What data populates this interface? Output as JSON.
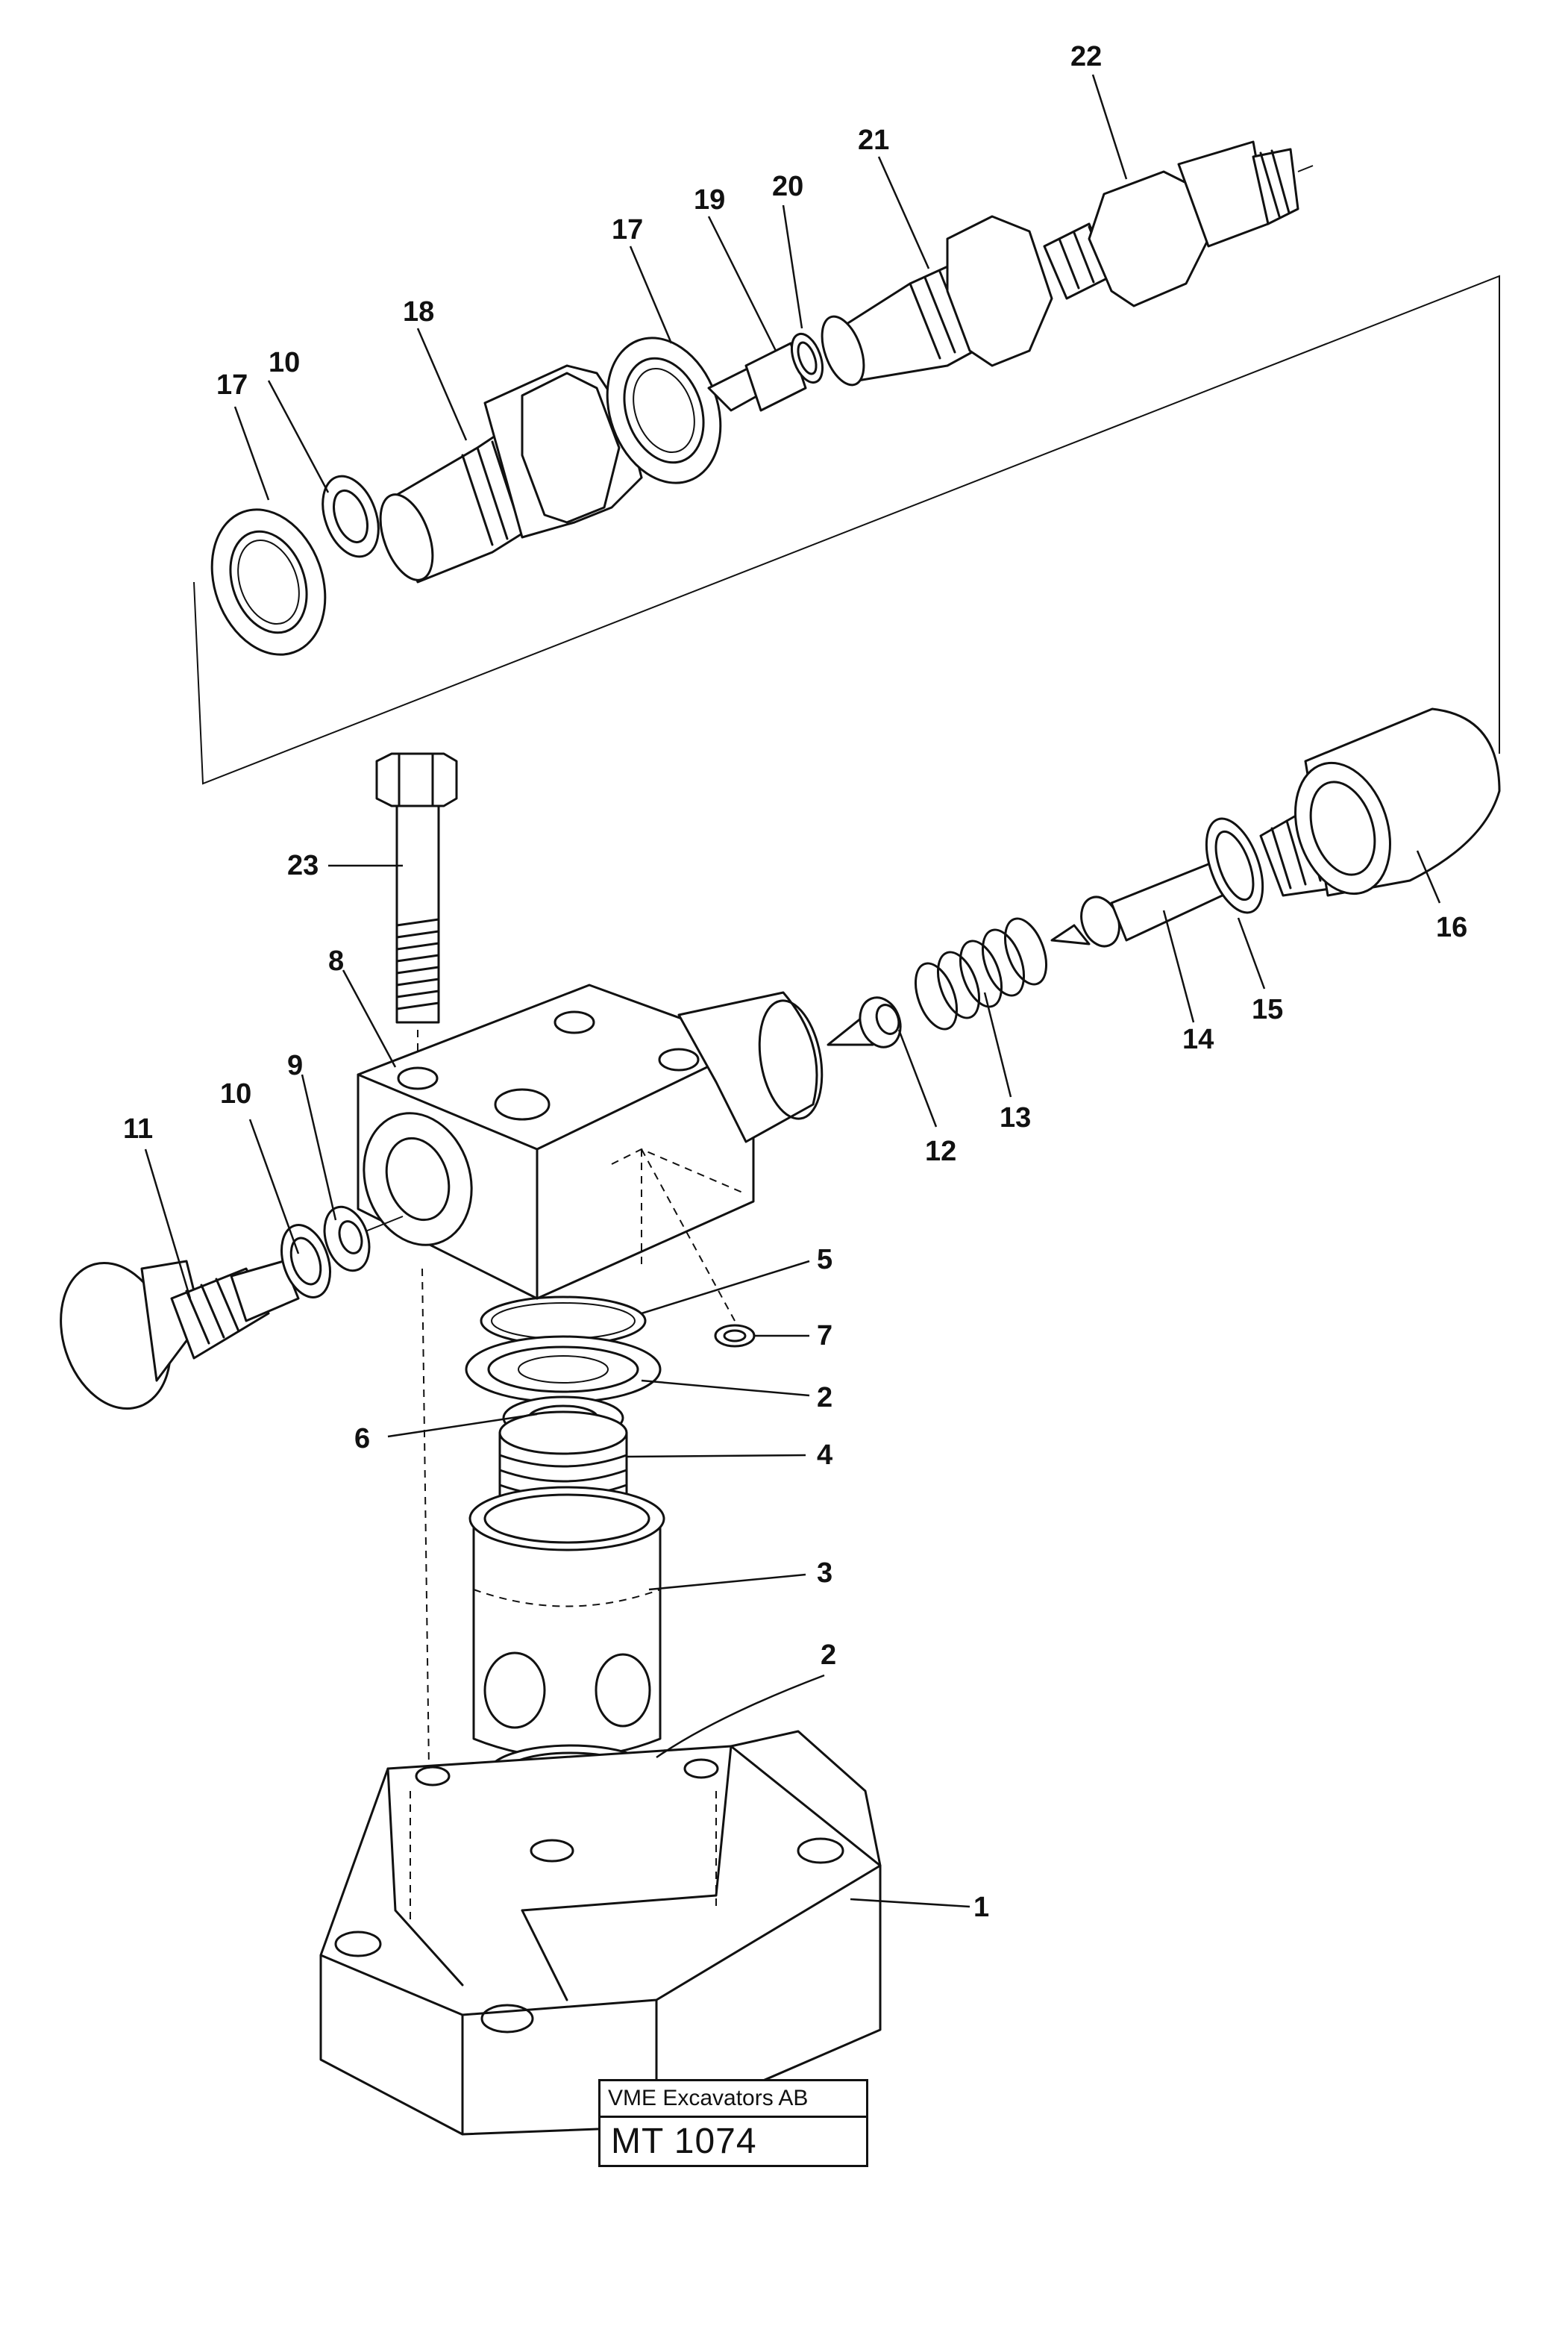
{
  "callouts": {
    "c1": "1",
    "c2a": "2",
    "c2b": "2",
    "c3": "3",
    "c4": "4",
    "c5": "5",
    "c6": "6",
    "c7": "7",
    "c8": "8",
    "c9": "9",
    "c10a": "10",
    "c10b": "10",
    "c11": "11",
    "c12": "12",
    "c13": "13",
    "c14": "14",
    "c15": "15",
    "c16": "16",
    "c17a": "17",
    "c17b": "17",
    "c18": "18",
    "c19": "19",
    "c20": "20",
    "c21": "21",
    "c22": "22",
    "c23": "23"
  },
  "title_block": {
    "company": "VME Excavators AB",
    "drawing_number": "MT 1074"
  }
}
